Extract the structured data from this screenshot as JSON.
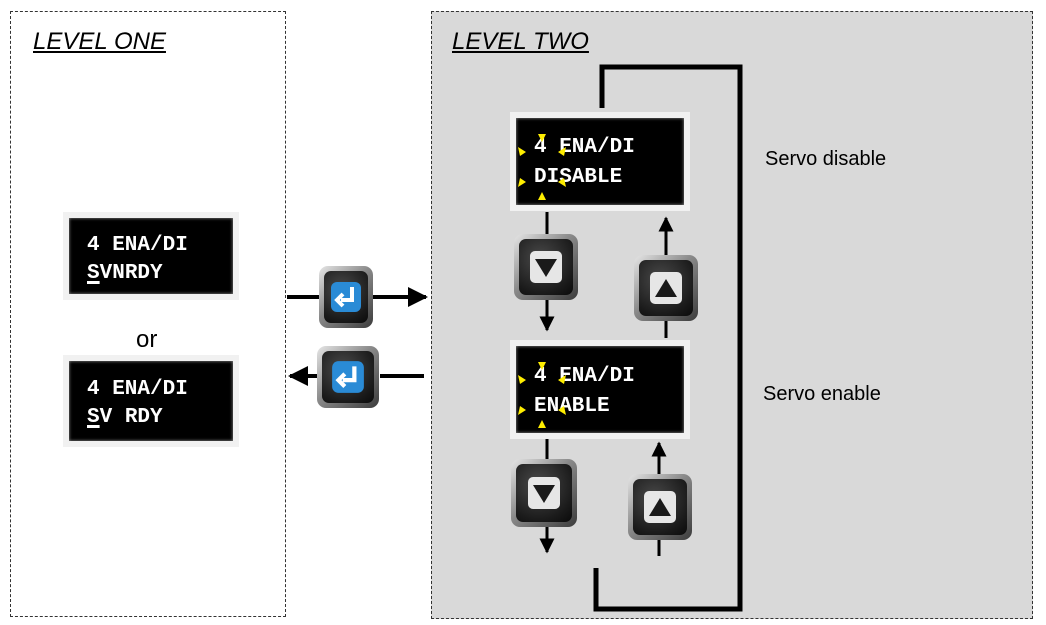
{
  "level_one": {
    "title": "LEVEL ONE",
    "display_a": {
      "line1": "4 ENA/DI",
      "line2_cursor": "S",
      "line2_rest": "VNRDY"
    },
    "or_text": "or",
    "display_b": {
      "line1": "4 ENA/DI",
      "line2_cursor": "S",
      "line2_rest": "V RDY"
    }
  },
  "level_two": {
    "title": "LEVEL TWO",
    "display_disable": {
      "line1": "4 ENA/DI",
      "line2": "DISABLE",
      "label": "Servo disable"
    },
    "display_enable": {
      "line1": "4 ENA/DI",
      "line2": "ENABLE",
      "label": "Servo enable"
    }
  },
  "icons": {
    "enter_key": "enter-key-icon",
    "down_key": "down-arrow-key-icon",
    "up_key": "up-arrow-key-icon",
    "blink": "blinking-cursor-icon"
  },
  "colors": {
    "level_two_bg": "#d9d9d9",
    "lcd_bg": "#000000",
    "lcd_text": "#ffffff",
    "blink": "#ffee00",
    "enter_glyph": "#2a8bd6"
  }
}
